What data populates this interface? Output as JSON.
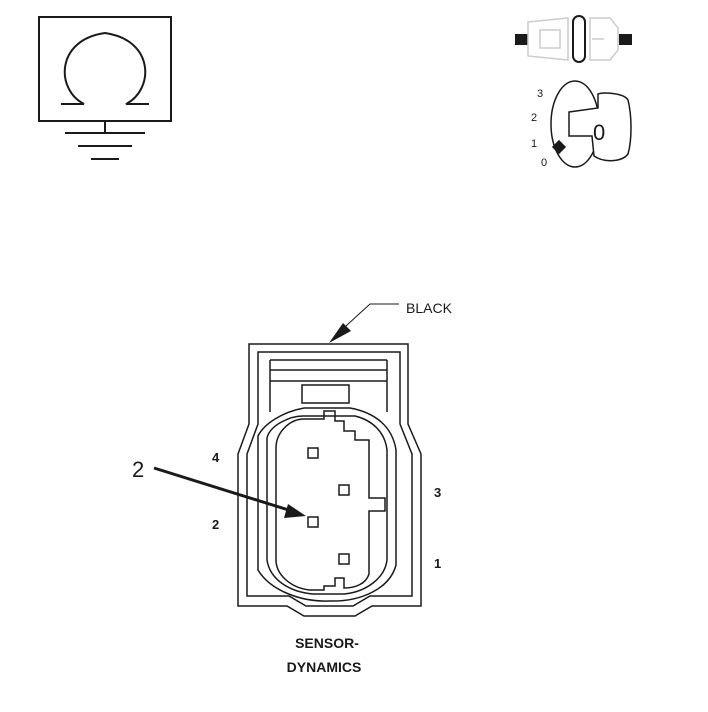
{
  "diagram": {
    "color_label": "BLACK",
    "pin_labels": {
      "pin4": "4",
      "pin2": "2",
      "pin3": "3",
      "pin1": "1"
    },
    "callout": "2",
    "caption": [
      "SENSOR-",
      "DYNAMICS"
    ],
    "key_positions": [
      "3",
      "2",
      "1",
      "0"
    ],
    "key_symbol": "0"
  },
  "colors": {
    "stroke": "#1a1a1a",
    "background": "#ffffff",
    "light_gray": "#cccccc"
  },
  "icons": [
    "ohmmeter-ground-icon",
    "disconnect-connector-icon",
    "ignition-key-off-icon"
  ]
}
